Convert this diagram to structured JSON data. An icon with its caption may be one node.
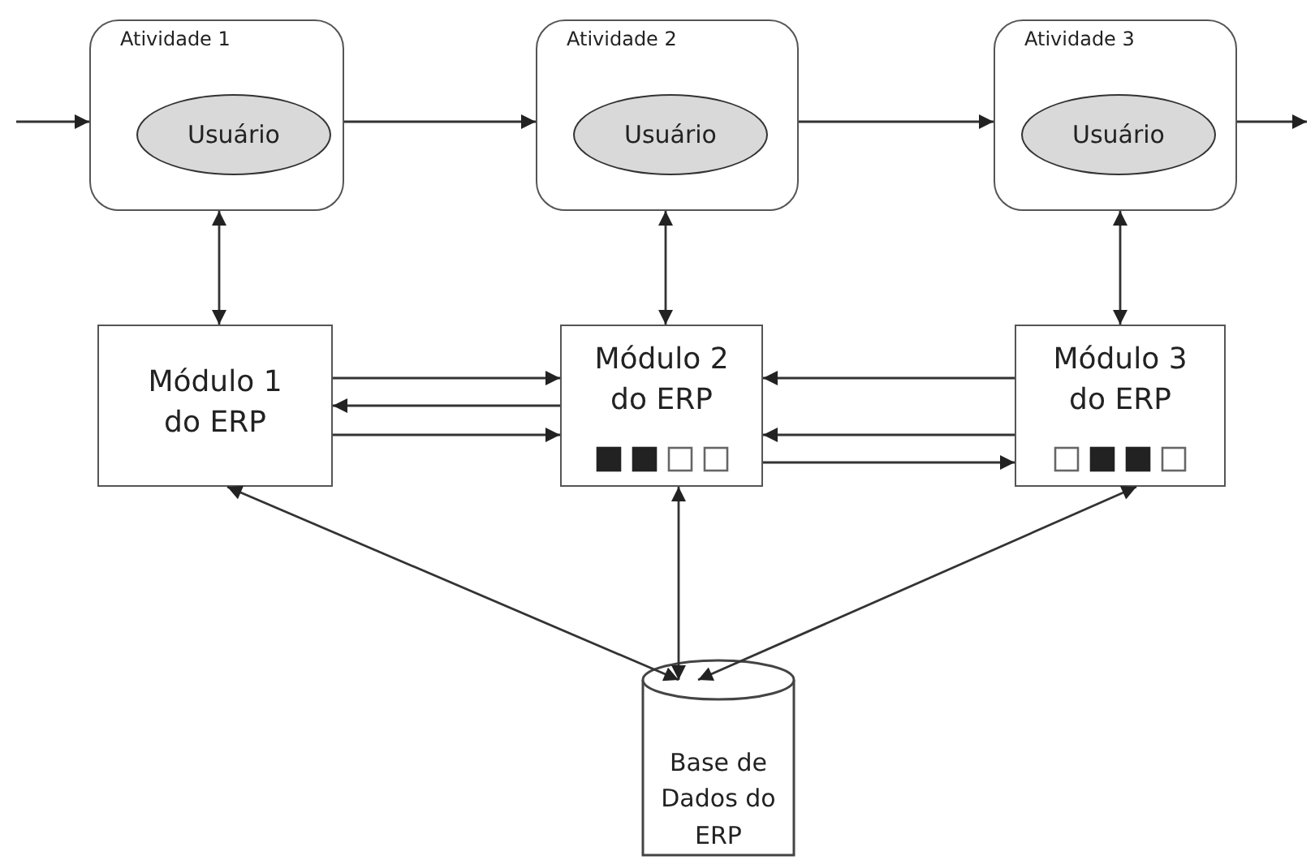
{
  "diagram": {
    "nodes": [
      {
        "text": [
          "Atividade 1"
        ]
      },
      {
        "text": [
          "Usuário"
        ],
        "in": 0
      },
      {
        "text": [
          "Atividade 2"
        ]
      },
      {
        "text": [
          "Usuário"
        ],
        "in": 2
      },
      {
        "text": [
          "Atividade 3"
        ]
      },
      {
        "text": [
          "Usuário"
        ],
        "in": 4
      },
      {
        "text": [
          "Módulo 1 do ERP"
        ]
      },
      {
        "text": [
          "Módulo 2 do ERP"
        ]
      },
      {
        "text": [
          "Módulo 3 do ERP"
        ]
      },
      {
        "text": [
          "Base de Dados do ERP"
        ]
      }
    ],
    "edges": [
      {
        "from": null,
        "to": 0,
        "arrow": "to"
      },
      {
        "from": 0,
        "to": 2,
        "arrow": "to"
      },
      {
        "from": 2,
        "to": 4,
        "arrow": "to"
      },
      {
        "from": 4,
        "to": null,
        "arrow": "to"
      },
      {
        "from": 0,
        "to": 6,
        "arrow": "both"
      },
      {
        "from": 2,
        "to": 7,
        "arrow": "both"
      },
      {
        "from": 4,
        "to": 8,
        "arrow": "both"
      },
      {
        "from": 6,
        "to": 7,
        "arrow": "to"
      },
      {
        "from": 7,
        "to": 6,
        "arrow": "to"
      },
      {
        "from": 6,
        "to": 7,
        "arrow": "to"
      },
      {
        "from": 8,
        "to": 7,
        "arrow": "to"
      },
      {
        "from": 8,
        "to": 7,
        "arrow": "to"
      },
      {
        "from": 7,
        "to": 8,
        "arrow": "to"
      },
      {
        "from": 9,
        "to": 6,
        "arrow": "both"
      },
      {
        "from": 9,
        "to": 7,
        "arrow": "both"
      },
      {
        "from": 9,
        "to": 8,
        "arrow": "both"
      }
    ]
  }
}
